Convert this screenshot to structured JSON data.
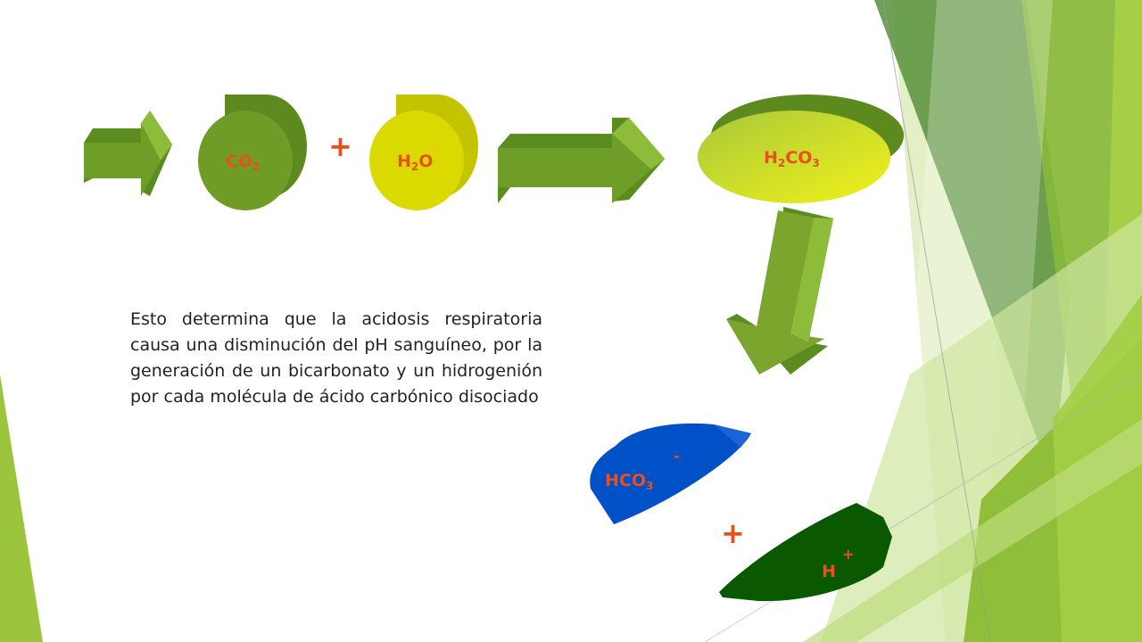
{
  "colors": {
    "orange_text": "#e8501f",
    "green_light": "#9bc53d",
    "green_mid": "#6a9c28",
    "green_dark": "#005500",
    "blue": "#0050c8",
    "yellow": "#dddd00"
  },
  "diagram": {
    "reactants": [
      {
        "formula": "CO",
        "subscript": "2"
      },
      {
        "formula": "H",
        "subscript": "2",
        "suffix": "O"
      }
    ],
    "plus_top": "+",
    "product": {
      "formula_a": "H",
      "sub_a": "2",
      "formula_b": "CO",
      "sub_b": "3"
    },
    "dissociation": {
      "anion": {
        "formula": "HCO",
        "subscript": "3",
        "charge": "-"
      },
      "plus": "+",
      "cation": {
        "formula": "H",
        "charge": "+"
      }
    }
  },
  "body_text": "Esto determina que la acidosis respiratoria causa una disminución del pH sanguíneo, por la generación de un bicarbonato y un hidrogenión por cada molécula de ácido carbónico disociado"
}
